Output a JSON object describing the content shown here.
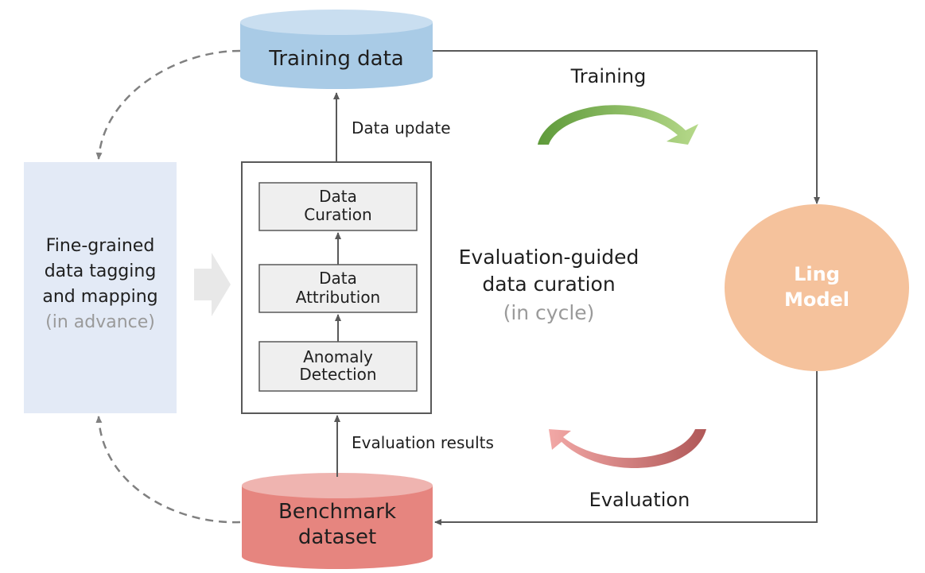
{
  "nodes": {
    "training_data": {
      "label": "Training data",
      "color": "#a9cbe6",
      "top_color": "#c9def0"
    },
    "benchmark": {
      "line1": "Benchmark",
      "line2": "dataset",
      "color": "#e6857f",
      "top_color": "#efb4b0"
    },
    "tagging": {
      "line1": "Fine-grained",
      "line2": "data tagging",
      "line3": "and mapping",
      "line4": "(in advance)",
      "color": "#e3eaf6"
    },
    "curation_stack": {
      "data_curation": {
        "line1": "Data",
        "line2": "Curation"
      },
      "data_attribution": {
        "line1": "Data",
        "line2": "Attribution"
      },
      "anomaly_detection": {
        "line1": "Anomaly",
        "line2": "Detection"
      },
      "box_fill": "#efefef"
    },
    "ling_model": {
      "line1": "Ling",
      "line2": "Model",
      "color": "#f5c29c"
    }
  },
  "labels": {
    "data_update": "Data update",
    "evaluation_results": "Evaluation results",
    "training": "Training",
    "evaluation": "Evaluation",
    "center_line1": "Evaluation-guided",
    "center_line2": "data curation",
    "center_line3": "(in cycle)"
  },
  "colors": {
    "arrow": "#595959",
    "dashed": "#808080",
    "training_arrow": "#7fb35a",
    "evaluation_arrow": "#d9787a",
    "grey_text": "#9a9a9a",
    "big_arrow": "#e8e8e8"
  }
}
